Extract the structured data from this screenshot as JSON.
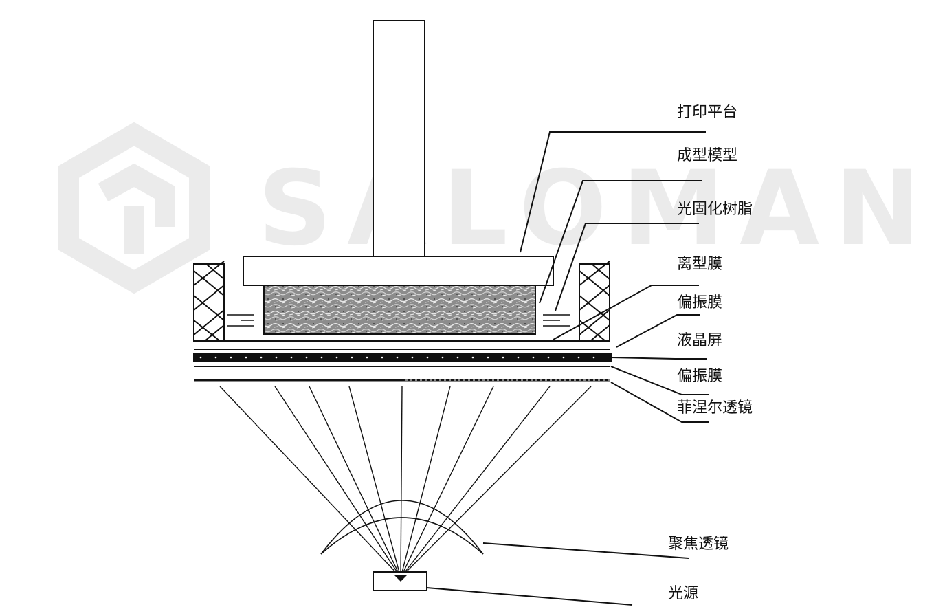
{
  "watermark": {
    "text": "SALOMAN",
    "color": "#ebebeb"
  },
  "labels": {
    "print_platform": "打印平台",
    "formed_model": "成型模型",
    "photocurable_resin": "光固化树脂",
    "release_film": "离型膜",
    "polarizer_top": "偏振膜",
    "lcd_screen": "液晶屏",
    "polarizer_bottom": "偏振膜",
    "fresnel_lens": "菲涅尔透镜",
    "focusing_lens": "聚焦透镜",
    "light_source": "光源"
  },
  "colors": {
    "line": "#111111",
    "model_fill": "#8c8c8c",
    "background": "#ffffff"
  }
}
